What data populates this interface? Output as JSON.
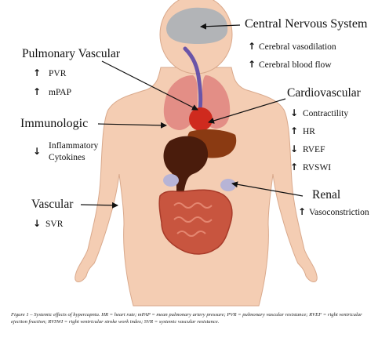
{
  "colors": {
    "skin": "#f4cdb3",
    "skin_edge": "#d9a98c",
    "brain": "#b2b4b7",
    "lungs": "#e38e86",
    "heart": "#cf2a1e",
    "liver": "#8a3a12",
    "stomach": "#4a1c0c",
    "kidney": "#b7b4d6",
    "intestine": "#c8553f",
    "trachea": "#6a54a8"
  },
  "sections": {
    "cns": {
      "title": "Central Nervous System",
      "items": [
        {
          "dir": "up",
          "text": "Cerebral vasodilation"
        },
        {
          "dir": "up",
          "text": "Cerebral blood flow"
        }
      ]
    },
    "pulmonary": {
      "title": "Pulmonary Vascular",
      "items": [
        {
          "dir": "up",
          "text": "PVR"
        },
        {
          "dir": "up",
          "text": "mPAP"
        }
      ]
    },
    "cardio": {
      "title": "Cardiovascular",
      "items": [
        {
          "dir": "down",
          "text": "Contractility"
        },
        {
          "dir": "up",
          "text": "HR"
        },
        {
          "dir": "down",
          "text": "RVEF"
        },
        {
          "dir": "up",
          "text": "RVSWI"
        }
      ]
    },
    "immuno": {
      "title": "Immunologic",
      "items": [
        {
          "dir": "down",
          "text": "Inflammatory",
          "text2": "Cytokines"
        }
      ]
    },
    "vascular": {
      "title": "Vascular",
      "items": [
        {
          "dir": "down",
          "text": "SVR"
        }
      ]
    },
    "renal": {
      "title": "Renal",
      "items": [
        {
          "dir": "up",
          "text": "Vasoconstriction"
        }
      ]
    }
  },
  "glyphs": {
    "up": "🡑",
    "down": "🡓"
  },
  "caption": "Figure 1 – Systemic effects of hypercapnia. HR = heart rate; mPAP = mean pulmonary artery pressure; PVR = pulmonary vascular resistance; RVEF = right ventricular ejection fraction; RVSWI = right ventricular stroke work index; SVR = systemic vascular resistance."
}
